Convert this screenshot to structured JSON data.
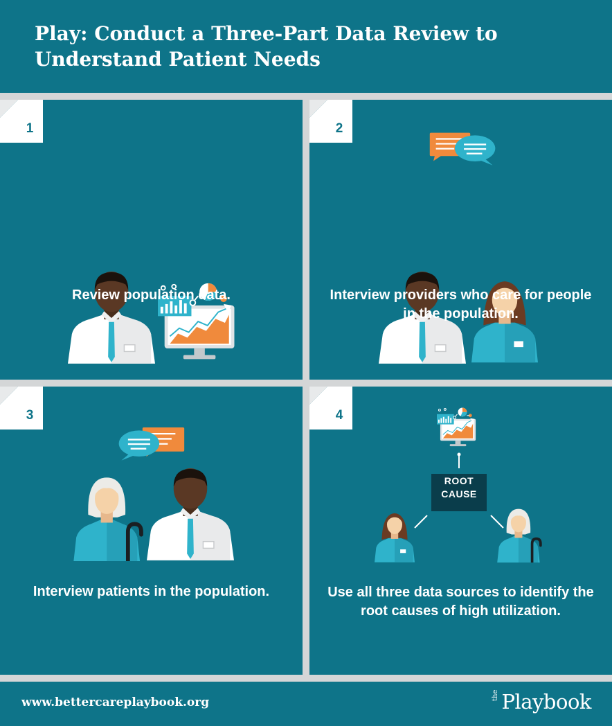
{
  "title": "Play: Conduct a Three-Part Data Review to Understand Patient Needs",
  "steps": [
    {
      "number": "1",
      "caption": "Review population data."
    },
    {
      "number": "2",
      "caption": "Interview providers who care for people in the population."
    },
    {
      "number": "3",
      "caption": "Interview patients in the population."
    },
    {
      "number": "4",
      "caption": "Use all three data sources to identify the root causes of high utilization.",
      "diagram_label": "ROOT CAUSE"
    }
  ],
  "footer": {
    "url": "www.bettercareplaybook.org",
    "logo_prefix": "the",
    "logo_name": "Playbook"
  },
  "colors": {
    "panel": "#0e7489",
    "divider": "#d4d6d7",
    "accent_orange": "#f08a3c",
    "accent_cyan": "#2fb3cb",
    "skin_dark": "#5a3824",
    "skin_light": "#f5d2a8",
    "root_box": "#0a3d4b"
  }
}
